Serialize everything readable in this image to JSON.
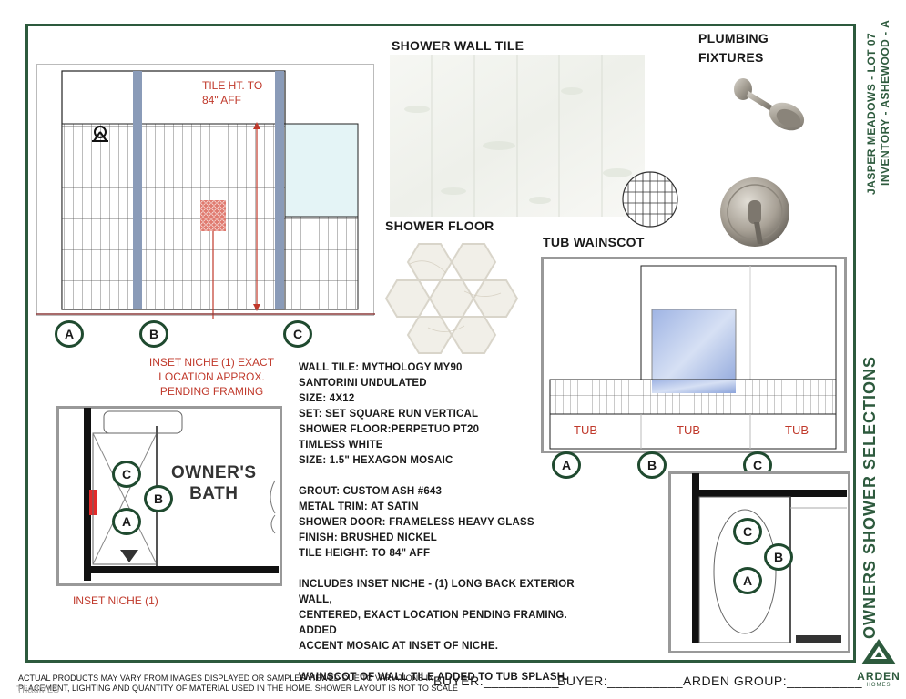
{
  "sections": {
    "wall_tile_title": "SHOWER WALL TILE",
    "plumbing_title_line1": "PLUMBING",
    "plumbing_title_line2": "FIXTURES",
    "floor_title": "SHOWER FLOOR",
    "wainscot_title": "TUB WAINSCOT"
  },
  "elevation": {
    "tile_height_note_line1": "TILE HT. TO",
    "tile_height_note_line2": "84\" AFF",
    "niche_note_line1": "INSET NICHE (1) EXACT",
    "niche_note_line2": "LOCATION APPROX.",
    "niche_note_line3": "PENDING FRAMING",
    "markers": [
      "A",
      "B",
      "C"
    ]
  },
  "tub": {
    "labels": [
      "TUB",
      "TUB",
      "TUB"
    ],
    "markers": [
      "A",
      "B",
      "C"
    ]
  },
  "plan_left": {
    "room_label_line1": "OWNER'S",
    "room_label_line2": "BATH",
    "niche_label": "INSET NICHE (1)",
    "markers": [
      "C",
      "B",
      "A"
    ]
  },
  "plan_right": {
    "markers": [
      "C",
      "B",
      "A"
    ]
  },
  "specs": [
    "WALL TILE: MYTHOLOGY MY90",
    "SANTORINI UNDULATED",
    "SIZE: 4X12",
    "SET: SET SQUARE RUN VERTICAL",
    "SHOWER FLOOR:PERPETUO PT20",
    "TIMLESS WHITE",
    "SIZE: 1.5\" HEXAGON MOSAIC",
    "",
    "GROUT: CUSTOM ASH #643",
    "METAL TRIM: AT SATIN",
    " SHOWER DOOR: FRAMELESS HEAVY GLASS",
    "FINISH: BRUSHED NICKEL",
    "TILE HEIGHT: TO 84\" AFF",
    "",
    "INCLUDES INSET NICHE - (1) LONG BACK EXTERIOR WALL,",
    "CENTERED, EXACT LOCATION PENDING FRAMING. ADDED",
    "ACCENT MOSAIC AT INSET OF NICHE.",
    "",
    "WAINSCOT OF WALL TILE ADDED TO TUB SPLASH."
  ],
  "side": {
    "project_line1": "JASPER MEADOWS - LOT 07",
    "project_line2": "INVENTORY - ASHEWOOD - A",
    "main_title": "OWNERS SHOWER SELECTIONS"
  },
  "footer": {
    "disclaimer_line1": "ACTUAL PRODUCTS MAY VARY FROM IMAGES DISPLAYED OR SAMPLES VIEWED DUE TO VARIATIONS IN",
    "disclaimer_line2": "PLACEMENT, LIGHTING AND QUANTITY OF MATERIAL USED IN THE HOME. SHOWER LAYOUT IS NOT TO SCALE",
    "buyer1": "BUYER:__________",
    "buyer2": "BUYER:__________",
    "arden": "ARDEN GROUP:__________",
    "watermark": "TriadMLS"
  },
  "logo": {
    "name": "ARDEN",
    "sub": "HOMES"
  },
  "colors": {
    "brand_green": "#2d5a3d",
    "note_red": "#c0392b",
    "trim_blue": "#8a9bb8"
  }
}
